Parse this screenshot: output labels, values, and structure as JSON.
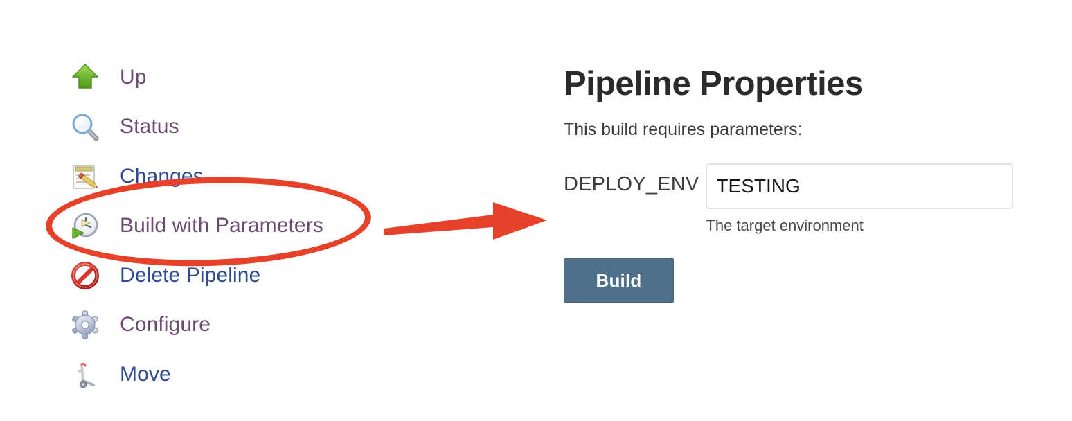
{
  "colors": {
    "annotation_red": "#e8412a",
    "link_visited_purple": "#6b4a70",
    "link_blue": "#2e4a91",
    "build_button": "#4e7089",
    "heading_text": "#2b2b2b",
    "input_border": "#e3e3e3"
  },
  "side_menu": {
    "items": [
      {
        "label": "Up",
        "icon": "green-up-arrow-icon",
        "color": "purple"
      },
      {
        "label": "Status",
        "icon": "magnifier-icon",
        "color": "purple"
      },
      {
        "label": "Changes",
        "icon": "notepad-pencil-icon",
        "color": "blue"
      },
      {
        "label": "Build with Parameters",
        "icon": "clock-play-icon",
        "color": "purple"
      },
      {
        "label": "Delete Pipeline",
        "icon": "no-entry-icon",
        "color": "blue"
      },
      {
        "label": "Configure",
        "icon": "gear-icon",
        "color": "purple"
      },
      {
        "label": "Move",
        "icon": "hand-truck-icon",
        "color": "blue"
      }
    ]
  },
  "annotations": {
    "ellipse_target": "Build with Parameters",
    "arrow_direction": "right"
  },
  "panel": {
    "title": "Pipeline Properties",
    "subtitle": "This build requires parameters:",
    "parameter": {
      "name": "DEPLOY_ENV",
      "value": "TESTING",
      "placeholder": "",
      "description": "The target environment"
    },
    "build_button_label": "Build"
  }
}
